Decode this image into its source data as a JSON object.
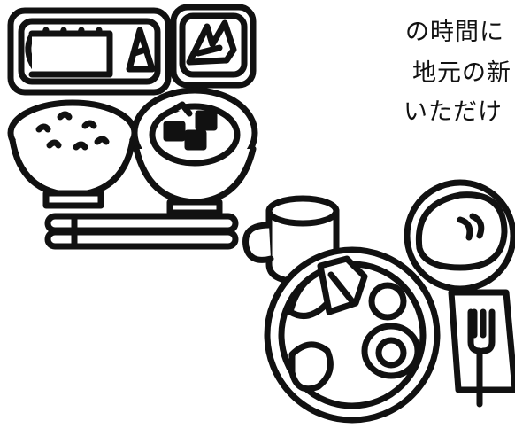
{
  "text": {
    "line1": "の時間に",
    "line2": "地元の新",
    "line3": "いただけ"
  },
  "colors": {
    "ink": "#111111",
    "background": "#ffffff"
  }
}
